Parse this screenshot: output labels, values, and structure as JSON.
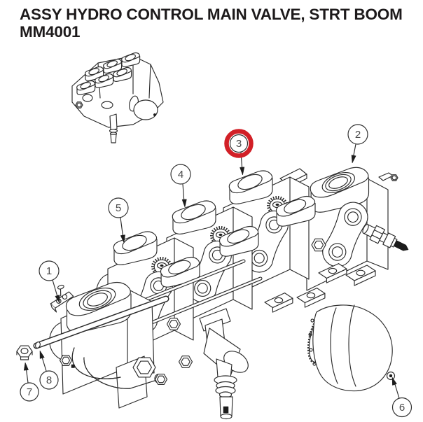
{
  "page": {
    "background": "#ffffff"
  },
  "title": {
    "line1": "ASSY HYDRO CONTROL MAIN VALVE, STRT BOOM",
    "line2": "MM4001",
    "color": "#1d1a1b"
  },
  "diagram": {
    "kind": "exploded-parts-view",
    "line_color": "#2b2b2b",
    "highlight_color": "#d22027",
    "highlighted_callout": "3",
    "callouts": [
      {
        "number": "1",
        "highlighted": false
      },
      {
        "number": "2",
        "highlighted": false
      },
      {
        "number": "3",
        "highlighted": true
      },
      {
        "number": "4",
        "highlighted": false
      },
      {
        "number": "5",
        "highlighted": false
      },
      {
        "number": "6",
        "highlighted": false
      },
      {
        "number": "7",
        "highlighted": false
      },
      {
        "number": "8",
        "highlighted": false
      }
    ],
    "thumbnail_icon": "assembled-valve-thumbnail"
  }
}
